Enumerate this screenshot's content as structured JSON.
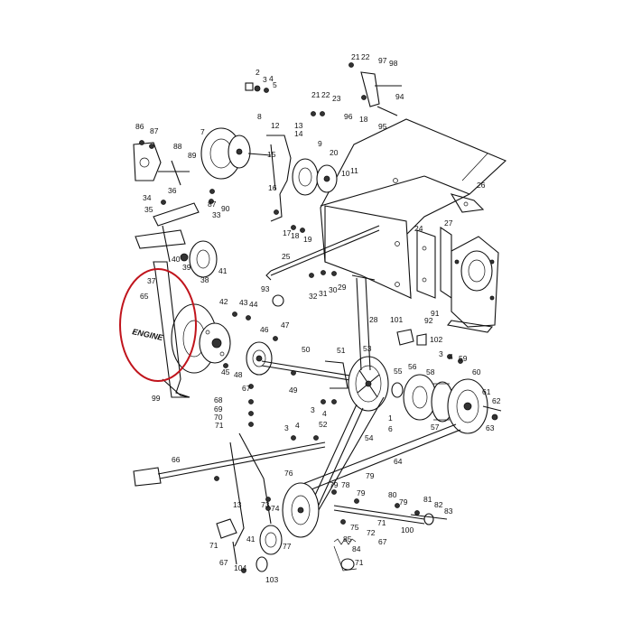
{
  "diagram": {
    "engine_label": "ENGINE",
    "highlight_color": "#c0141c",
    "labels": [
      "1",
      "2",
      "3",
      "4",
      "5",
      "6",
      "7",
      "8",
      "9",
      "10",
      "11",
      "12",
      "13",
      "14",
      "15",
      "16",
      "17",
      "18",
      "19",
      "20",
      "21",
      "22",
      "23",
      "24",
      "25",
      "26",
      "27",
      "28",
      "29",
      "30",
      "31",
      "32",
      "33",
      "34",
      "35",
      "36",
      "37",
      "38",
      "39",
      "40",
      "41",
      "42",
      "43",
      "44",
      "45",
      "46",
      "47",
      "48",
      "49",
      "50",
      "51",
      "52",
      "53",
      "54",
      "55",
      "56",
      "57",
      "58",
      "59",
      "60",
      "61",
      "62",
      "63",
      "64",
      "65",
      "66",
      "67",
      "68",
      "69",
      "70",
      "71",
      "72",
      "73",
      "74",
      "75",
      "76",
      "77",
      "78",
      "79",
      "80",
      "81",
      "82",
      "83",
      "84",
      "85",
      "86",
      "87",
      "88",
      "89",
      "90",
      "91",
      "92",
      "93",
      "94",
      "95",
      "96",
      "97",
      "98",
      "99",
      "100",
      "101",
      "102",
      "103",
      "104"
    ]
  }
}
